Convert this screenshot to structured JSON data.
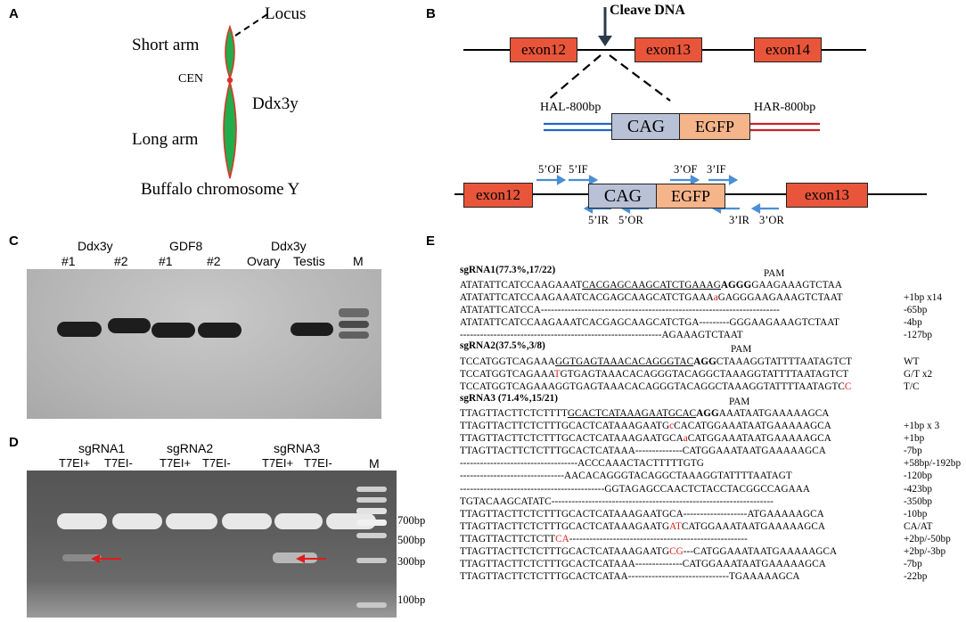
{
  "panels": {
    "a": "A",
    "b": "B",
    "c": "C",
    "d": "D",
    "e": "E"
  },
  "panelA": {
    "locus": "Locus",
    "short_arm": "Short arm",
    "cen": "CEN",
    "gene": "Ddx3y",
    "long_arm": "Long arm",
    "chromosome": "Buffalo chromosome  Y",
    "colors": {
      "arm": "#1fae4b",
      "outline": "#d8352a"
    }
  },
  "panelB": {
    "cleave": "Cleave DNA",
    "exons_top": [
      "exon12",
      "exon13",
      "exon14"
    ],
    "hal": "HAL-800bp",
    "har": "HAR-800bp",
    "cag": "CAG",
    "egfp": "EGFP",
    "exons_bottom": [
      "exon12",
      "exon13"
    ],
    "primers": {
      "of5": "5’OF",
      "if5": "5’IF",
      "of3": "3’OF",
      "if3": "3’IF",
      "ir5": "5’IR",
      "or5": "5’OR",
      "ir3": "3’IR",
      "or3": "3’OR"
    },
    "colors": {
      "exon": "#e8553a",
      "cag": "#b9c1d6",
      "egfp": "#f6b48a",
      "blue": "#2166c4",
      "red": "#c8232c",
      "arrow": "#4b8fd4"
    }
  },
  "panelC": {
    "groups": [
      {
        "label": "Ddx3y",
        "lanes": [
          "#1",
          "#2"
        ]
      },
      {
        "label": "GDF8",
        "lanes": [
          "#1",
          "#2"
        ]
      },
      {
        "label": "Ddx3y",
        "lanes": [
          "Ovary",
          "Testis"
        ]
      }
    ],
    "marker": "M"
  },
  "panelD": {
    "groups": [
      {
        "label": "sgRNA1",
        "lanes": [
          "T7EI+",
          "T7EI-"
        ]
      },
      {
        "label": "sgRNA2",
        "lanes": [
          "T7EI+",
          "T7EI-"
        ]
      },
      {
        "label": "sgRNA3",
        "lanes": [
          "T7EI+",
          "T7EI-"
        ]
      }
    ],
    "marker": "M",
    "sizes": [
      "700bp",
      "500bp",
      "300bp",
      "100bp"
    ]
  },
  "panelE": {
    "pam": "PAM",
    "sg1": {
      "title": "sgRNA1(77.3%,17/22)",
      "wt": {
        "a": "ATATATTCATCCAAGAAAT",
        "u": "CACGAGCAAGCATCTGAAAG",
        "b": "AGGG",
        "c": "GAAGAAAGTCTAA"
      },
      "rows": [
        {
          "a": "ATATATTCATCCAAGAAATCACGAGCAAGCATCTGAAA",
          "r": "a",
          "b": "GAGGGAAGAAAGTCTAAT",
          "note": "+1bp x14"
        },
        {
          "a": "ATATATTCATCCA-----------------------------------------------------------------------",
          "r": "",
          "b": "",
          "note": "-65bp"
        },
        {
          "a": "ATATATTCATCCAAGAAATCACGAGCAAGCATCTGA---------GGGAAGAAAGTCTAAT",
          "r": "",
          "b": "",
          "note": "-4bp"
        },
        {
          "a": "------------------------------------------------------------AGAAAGTCTAAT",
          "r": "",
          "b": "",
          "note": "-127bp"
        }
      ]
    },
    "sg2": {
      "title": "sgRNA2(37.5%,3/8)",
      "wt": {
        "a": "TCCATGGTCAGAAA",
        "u": "GGTGAGTAAACACAGGGTAC",
        "b": "AGG",
        "c": "CTAAAGGTATTTTAATAGTCT",
        "note": "WT"
      },
      "rows": [
        {
          "a": "TCCATGGTCAGAAA",
          "r": "T",
          "b": "GTGAGTAAACACAGGGTACAGGCTAAAGGTATTTTAATAGTCT",
          "note": "G/T x2"
        },
        {
          "a": "TCCATGGTCAGAAAGGTGAGTAAACACAGGGTACAGGCTAAAGGTATTTTAATAGTC",
          "r": "C",
          "b": "",
          "note": "T/C"
        }
      ]
    },
    "sg3": {
      "title": "sgRNA3 (71.4%,15/21)",
      "wt": {
        "a": "TTAGTTACTTCTCTTTT",
        "u": "GCACTCATAAAGAATGCAC",
        "b": "AGG",
        "c": "AAATAATGAAAAAGCA"
      },
      "rows": [
        {
          "a": "TTAGTTACTTCTCTTTGCACTCATAAAGAATG",
          "r": "c",
          "b": "CACATGGAAATAATGAAAAAGCA",
          "note": "+1bp x 3"
        },
        {
          "a": "TTAGTTACTTCTCTTTGCACTCATAAAGAATGCA",
          "r": "a",
          "b": "CATGGAAATAATGAAAAAGCA",
          "note": "+1bp"
        },
        {
          "a": "TTAGTTACTTCTCTTTGCACTCATAAA--------------CATGGAAATAATGAAAAAGCA",
          "r": "",
          "b": "",
          "note": "-7bp"
        },
        {
          "a": "-----------------------------------ACCCAAACTACTTTTTGTG",
          "r": "",
          "b": "",
          "note": "+58bp/-192bp"
        },
        {
          "a": "-------------------------------AACACAGGGTACAGGCTAAAGGTATTTTAATAGT",
          "r": "",
          "b": "",
          "note": "-120bp"
        },
        {
          "a": "-------------------------------------------GGTAGAGCCAACTCTACCTACGGCCAGAAA",
          "r": "",
          "b": "",
          "note": "-423bp"
        },
        {
          "a": "TGTACAAGCATATC------------------------------------------------------------------",
          "r": "",
          "b": "",
          "note": "-350bp"
        },
        {
          "a": "TTAGTTACTTCTCTTTGCACTCATAAAGAATGCA-------------------ATGAAAAAGCA",
          "r": "",
          "b": "",
          "note": "-10bp"
        },
        {
          "a": "TTAGTTACTTCTCTTTGCACTCATAAAGAATG",
          "r": "AT",
          "b": "CATGGAAATAATGAAAAAGCA",
          "note": "CA/AT"
        },
        {
          "a": "TTAGTTACTTCTCTT",
          "r": "CA",
          "b": "-----------------------------------------------------",
          "note": "+2bp/-50bp"
        },
        {
          "a": "TTAGTTACTTCTCTTTGCACTCATAAAGAATG",
          "r": "CG",
          "b": "---CATGGAAATAATGAAAAAGCA",
          "note": "+2bp/-3bp"
        },
        {
          "a": "TTAGTTACTTCTCTTTGCACTCATAAA--------------CATGGAAATAATGAAAAAGCA",
          "r": "",
          "b": "",
          "note": "-7bp"
        },
        {
          "a": "TTAGTTACTTCTCTTTGCACTCATAA------------------------------TGAAAAAGCA",
          "r": "",
          "b": "",
          "note": "-22bp"
        }
      ]
    }
  }
}
